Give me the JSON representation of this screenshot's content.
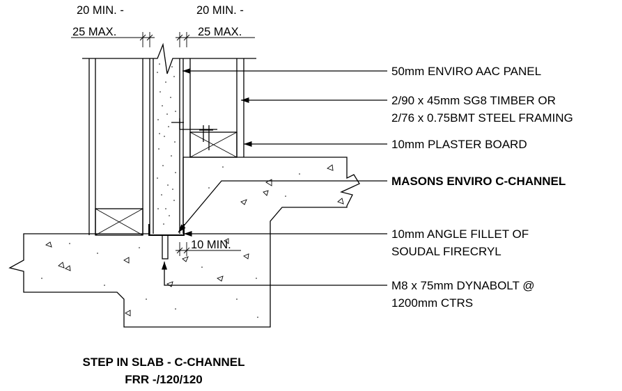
{
  "dimensions": {
    "left_min": "20 MIN. -",
    "left_max": "25 MAX.",
    "right_min": "20 MIN. -",
    "right_max": "25 MAX.",
    "bottom_min": "10 MIN."
  },
  "callouts": {
    "aac_panel": "50mm ENVIRO AAC PANEL",
    "framing_line1": "2/90 x 45mm SG8 TIMBER OR",
    "framing_line2": "2/76 x 0.75BMT STEEL FRAMING",
    "plaster": "10mm PLASTER BOARD",
    "c_channel": "MASONS ENVIRO C-CHANNEL",
    "fillet_line1": "10mm ANGLE FILLET OF",
    "fillet_line2": "SOUDAL FIRECRYL",
    "dynabolt_line1": "M8 x 75mm DYNABOLT @",
    "dynabolt_line2": "1200mm CTRS"
  },
  "title": {
    "line1": "STEP IN SLAB - C-CHANNEL",
    "line2": "FRR -/120/120"
  }
}
